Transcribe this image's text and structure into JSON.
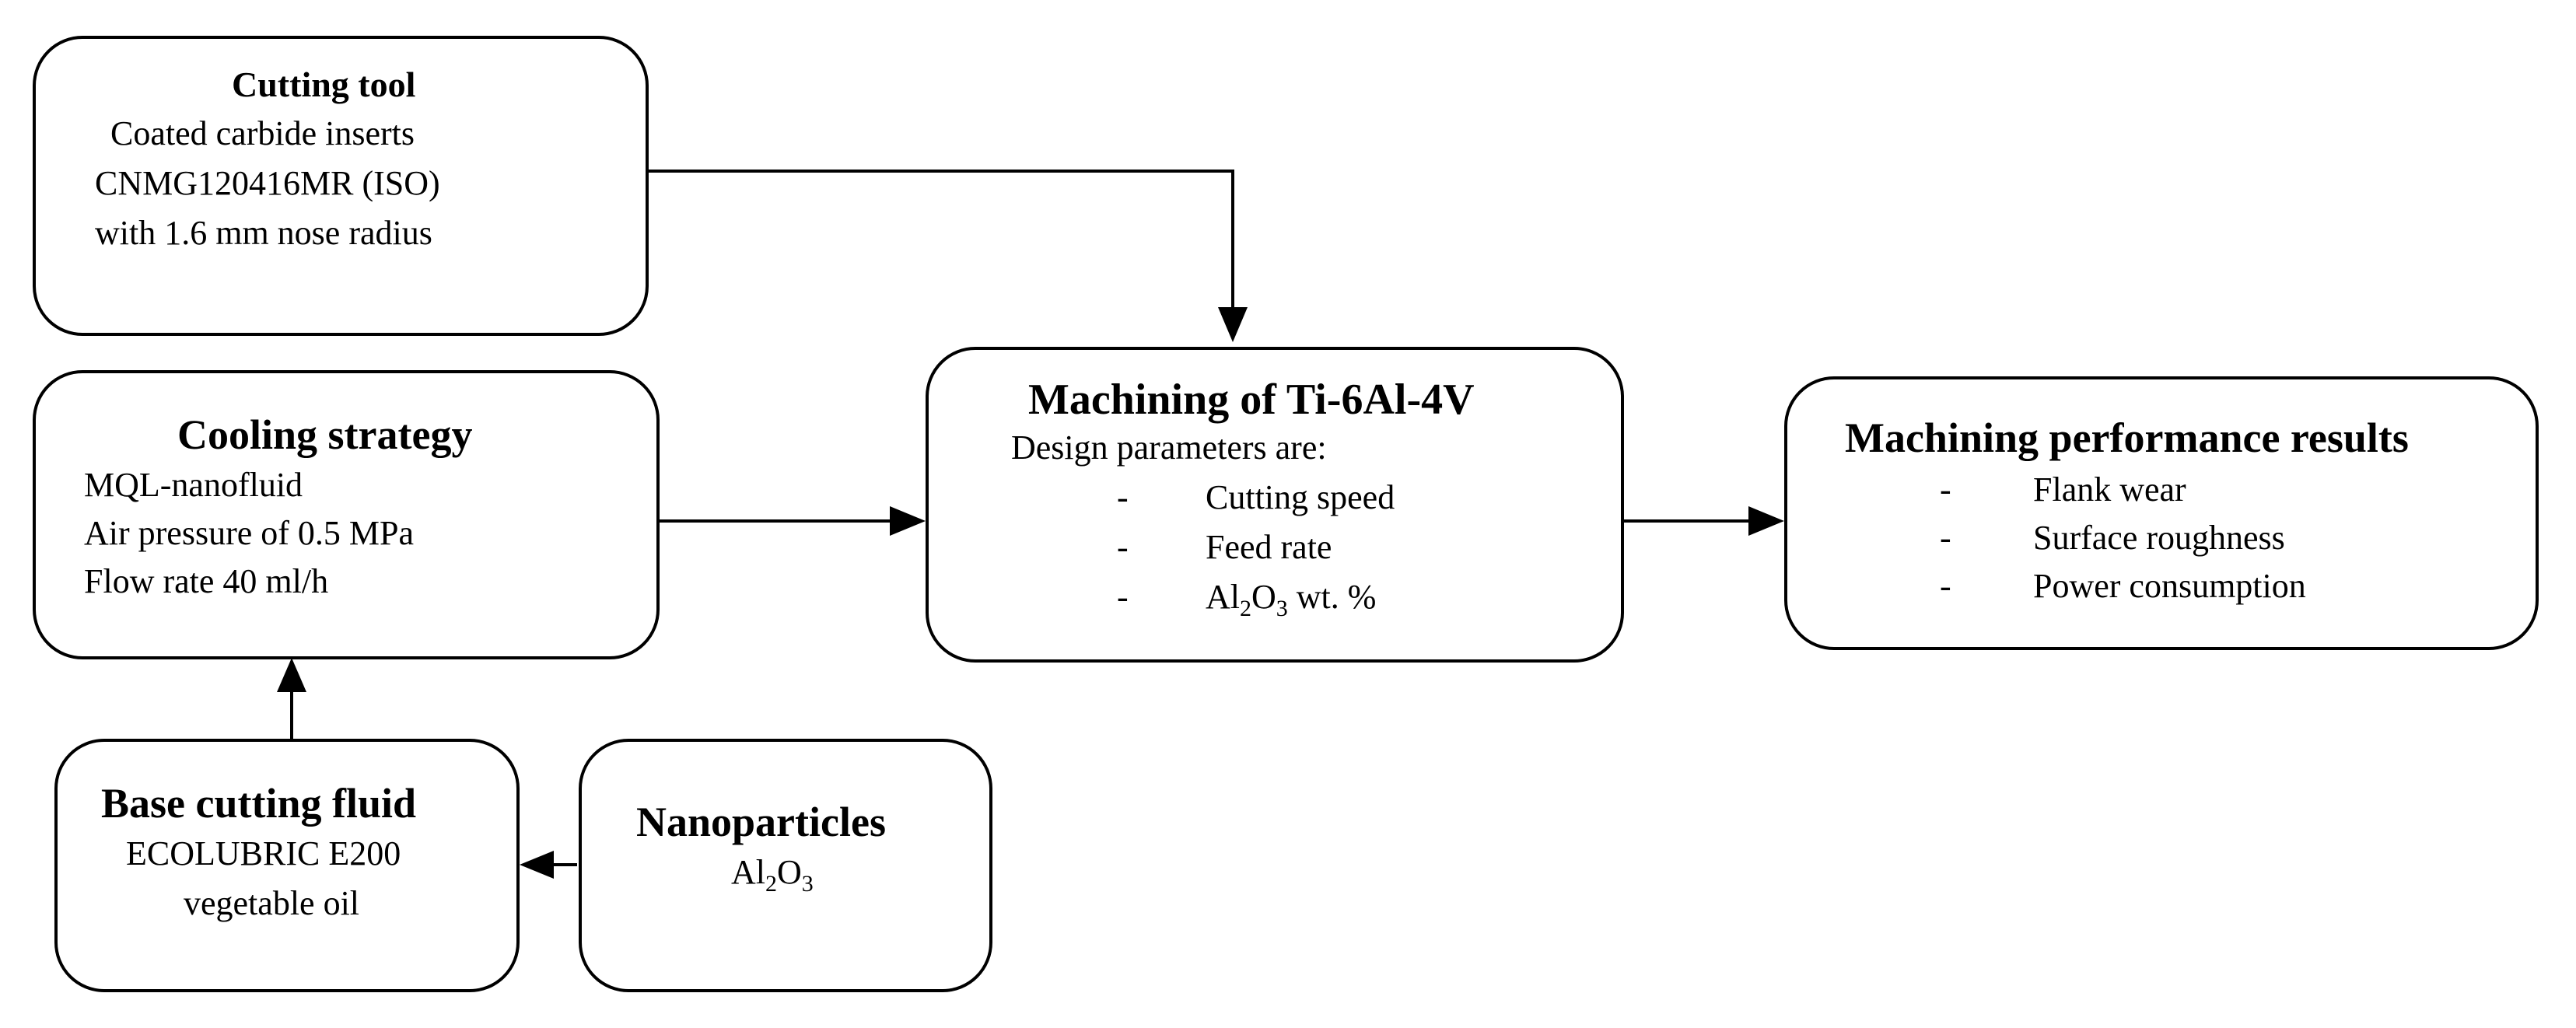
{
  "boxes": {
    "cutting_tool": {
      "title": "Cutting tool",
      "lines": [
        "Coated carbide inserts",
        "CNMG120416MR (ISO)",
        "with 1.6 mm nose radius"
      ]
    },
    "cooling_strategy": {
      "title": "Cooling strategy",
      "lines": [
        "MQL-nanofluid",
        "Air pressure  of 0.5 MPa",
        "Flow rate 40 ml/h"
      ]
    },
    "base_fluid": {
      "title": "Base cutting fluid",
      "lines": [
        "ECOLUBRIC E200",
        "vegetable oil"
      ]
    },
    "nanoparticles": {
      "title": "Nanoparticles",
      "formula": {
        "a": "Al",
        "sa": "2",
        "b": "O",
        "sb": "3"
      }
    },
    "machining": {
      "title": "Machining of Ti-6Al-4V",
      "intro": "Design parameters  are:",
      "bullet": "-",
      "items": [
        "Cutting speed",
        "Feed rate"
      ],
      "last_item": {
        "a": "Al",
        "sa": "2",
        "b": "O",
        "sb": "3",
        "rest": " wt. %"
      }
    },
    "results": {
      "title": "Machining performance results",
      "bullet": "-",
      "items": [
        "Flank wear",
        "Surface roughness",
        "Power consumption"
      ]
    }
  }
}
